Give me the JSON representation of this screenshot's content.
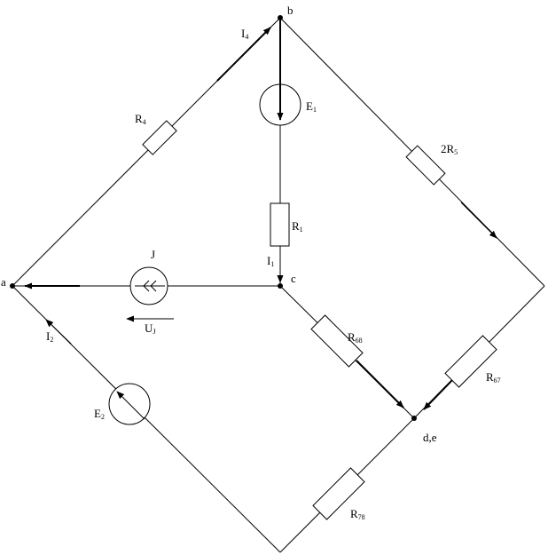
{
  "nodes": {
    "a": "a",
    "b": "b",
    "c": "c",
    "de": "d,e"
  },
  "labels": {
    "R4": {
      "main": "R",
      "sub": "4"
    },
    "I4": {
      "main": "I",
      "sub": "4"
    },
    "E1": {
      "main": "E",
      "sub": "1"
    },
    "R1": {
      "main": "R",
      "sub": "1"
    },
    "I1": {
      "main": "I",
      "sub": "1"
    },
    "R5": {
      "main": "2R",
      "sub": "5"
    },
    "J": "J",
    "UJ": {
      "main": "U",
      "sub": "J"
    },
    "I2": {
      "main": "I",
      "sub": "2"
    },
    "E2": {
      "main": "E",
      "sub": "2"
    },
    "R68": {
      "main": "R",
      "sub": "68"
    },
    "R67": {
      "main": "R",
      "sub": "67"
    },
    "R78": {
      "main": "R",
      "sub": "78"
    }
  },
  "colors": {
    "line": "#000000",
    "background": "#ffffff"
  }
}
